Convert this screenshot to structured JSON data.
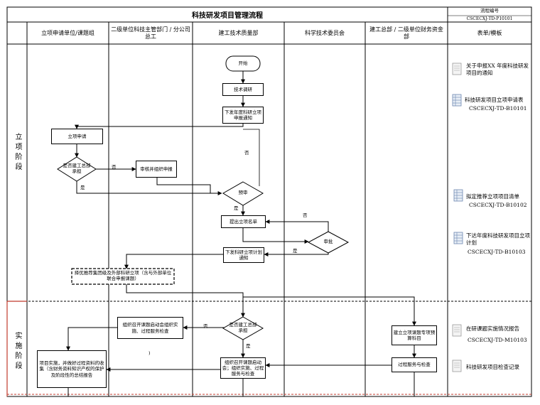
{
  "title": "科技研发项目管理流程",
  "doc_number_label": "流程编号",
  "doc_number": "CSCECXJ-TD-P10101",
  "columns": {
    "stage": "",
    "apply": "立项申请单位/课题组",
    "second_level": "二级单位科技主管部门 / 分公司总工",
    "tech_quality": "建工技术质量部",
    "committee": "科学技术委员会",
    "finance": "建工总部 / 二级单位财务资金部",
    "templates": "表单/模板"
  },
  "stages": {
    "setup": "立项阶段",
    "impl": "实施阶段"
  },
  "nodes": {
    "start": "开始",
    "survey": "技术调研",
    "issue_notice": "下发年度科研立项申报通知",
    "apply": "立项申请",
    "approve_hq": "是否建工总部承担",
    "review_organize": "审核并组织申报",
    "preliminary": "预审",
    "submit_list": "提出立项名单",
    "approval": "审批",
    "issue_plan": "下发科研立项计划通知",
    "publish": "择优推荐集团级及外部科研立项（含与外部单位联合申报课题）",
    "kickoff_sub": "组织召开课题启动会组织实施、过程服务检查",
    "is_hq": "是否建工总部承担",
    "kickoff_hq": "组织召开课题启动会；组织实施、过程服务与检查",
    "implement": "项目实施，并做好过程资料的收集（含财务资料知识产权的保护及阶段性的总结报告",
    "budget": "建立立项课题专项预算科目",
    "service": "过程服务与检查",
    "stray": ")"
  },
  "labels": {
    "no": "否",
    "yes": "是"
  },
  "templates": [
    {
      "text": "关于申报XX 年度科技研发项目的通知",
      "code": ""
    },
    {
      "text": "科技研发项目立项申请表",
      "code": "CSCECXJ-TD-B10101"
    },
    {
      "text": "拟定推荐立项项目清单",
      "code": "CSCECXJ-TD-B10102"
    },
    {
      "text": "下达年度科技研发项目立项计划",
      "code": "CSCECXJ-TD-B10103"
    },
    {
      "text": "在研课题实施情况报告",
      "code": "CSCECXJ-TD-M10103"
    },
    {
      "text": "科技研发项目检查记录",
      "code": ""
    }
  ],
  "colors": {
    "border": "#000000",
    "stage_divider": "#c0392b",
    "icon_fill": "#e8eef6",
    "icon_stroke": "#6b86b0"
  }
}
